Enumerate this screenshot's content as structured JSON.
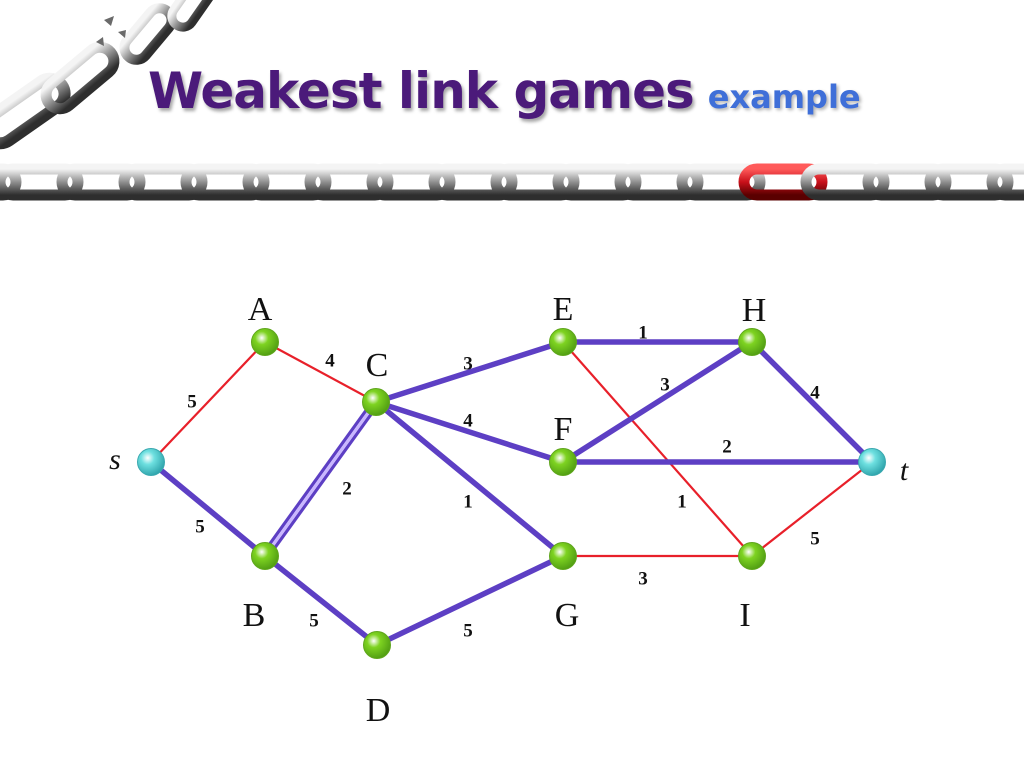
{
  "title": {
    "main": "Weakest link games",
    "sub": "example"
  },
  "colors": {
    "path_edge": "#5d3fc4",
    "other_edge": "#e8202a",
    "inner_node": "#7ed321",
    "terminal_node": "#6ee0e0",
    "title_main": "#4b1a7a",
    "title_sub": "#3f6fd8",
    "broken_link": "#d0141c"
  },
  "graph": {
    "nodes": [
      {
        "id": "s",
        "label": "s",
        "kind": "terminal"
      },
      {
        "id": "A",
        "label": "A",
        "kind": "inner"
      },
      {
        "id": "B",
        "label": "B",
        "kind": "inner"
      },
      {
        "id": "C",
        "label": "C",
        "kind": "inner"
      },
      {
        "id": "D",
        "label": "D",
        "kind": "inner"
      },
      {
        "id": "E",
        "label": "E",
        "kind": "inner"
      },
      {
        "id": "F",
        "label": "F",
        "kind": "inner"
      },
      {
        "id": "G",
        "label": "G",
        "kind": "inner"
      },
      {
        "id": "H",
        "label": "H",
        "kind": "inner"
      },
      {
        "id": "I",
        "label": "I",
        "kind": "inner"
      },
      {
        "id": "t",
        "label": "t",
        "kind": "terminal"
      }
    ],
    "edges": [
      {
        "from": "s",
        "to": "A",
        "weight": "5",
        "style": "red"
      },
      {
        "from": "A",
        "to": "C",
        "weight": "4",
        "style": "red"
      },
      {
        "from": "s",
        "to": "B",
        "weight": "5",
        "style": "blue"
      },
      {
        "from": "B",
        "to": "C",
        "weight": "2",
        "style": "double"
      },
      {
        "from": "B",
        "to": "D",
        "weight": "5",
        "style": "blue"
      },
      {
        "from": "D",
        "to": "G",
        "weight": "5",
        "style": "blue"
      },
      {
        "from": "C",
        "to": "E",
        "weight": "3",
        "style": "blue"
      },
      {
        "from": "C",
        "to": "F",
        "weight": "4",
        "style": "blue"
      },
      {
        "from": "C",
        "to": "G",
        "weight": "1",
        "style": "blue"
      },
      {
        "from": "E",
        "to": "H",
        "weight": "1",
        "style": "blue"
      },
      {
        "from": "E",
        "to": "I",
        "weight": "1",
        "style": "red"
      },
      {
        "from": "F",
        "to": "H",
        "weight": "3",
        "style": "blue"
      },
      {
        "from": "F",
        "to": "t",
        "weight": "2",
        "style": "blue"
      },
      {
        "from": "G",
        "to": "I",
        "weight": "3",
        "style": "red"
      },
      {
        "from": "H",
        "to": "t",
        "weight": "4",
        "style": "blue"
      },
      {
        "from": "I",
        "to": "t",
        "weight": "5",
        "style": "red"
      }
    ]
  }
}
